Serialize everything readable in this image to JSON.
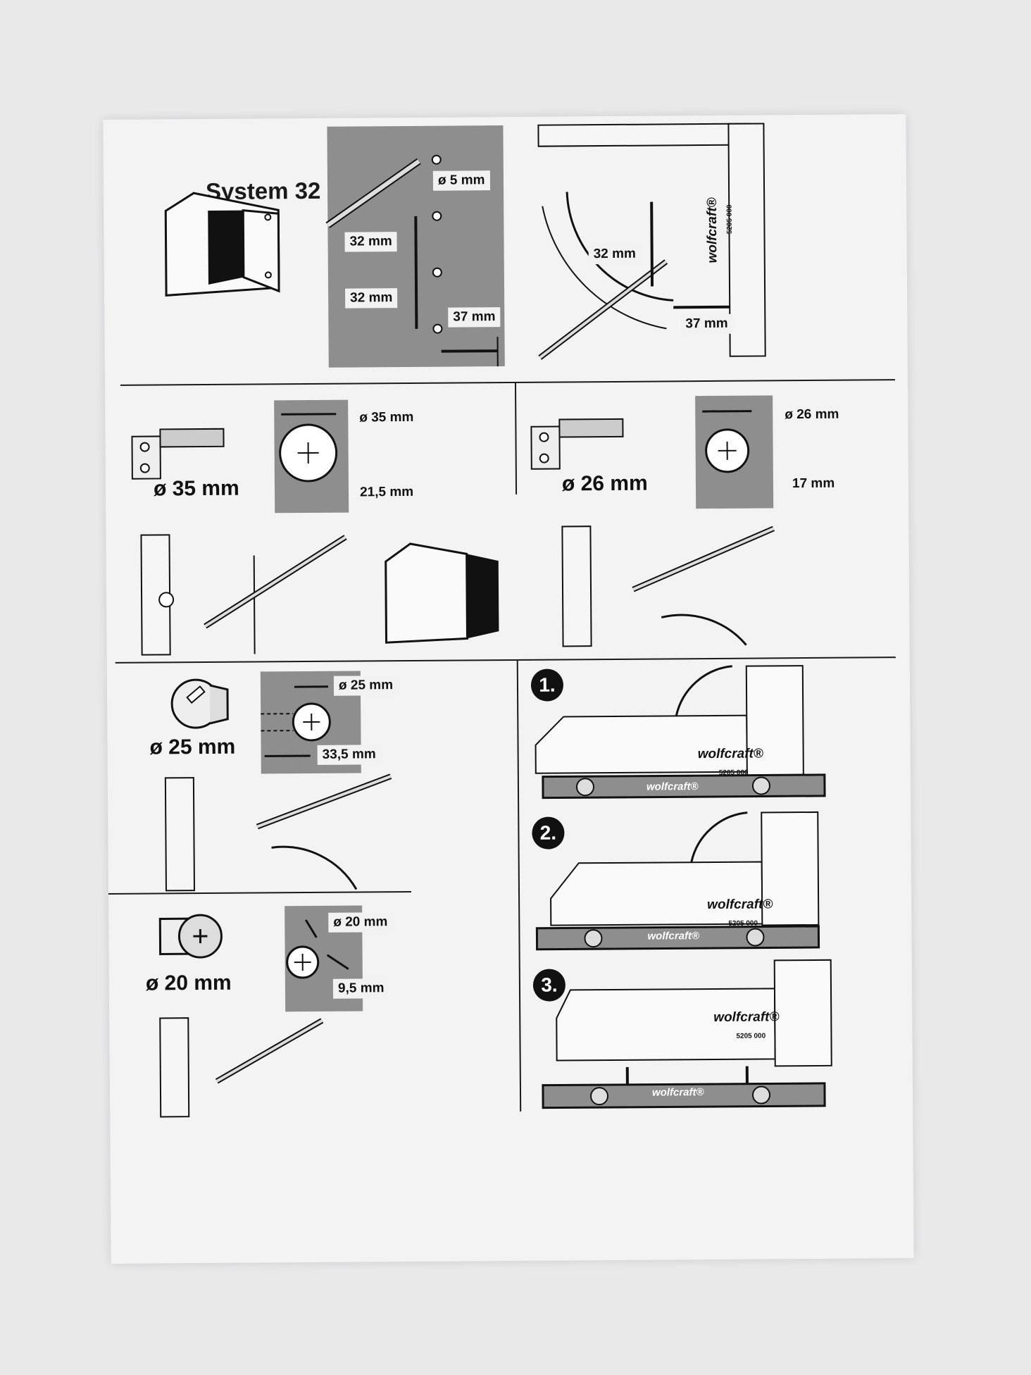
{
  "title": "System 32",
  "system32": {
    "drill_diameter": "ø 5 mm",
    "spacing_1": "32 mm",
    "spacing_2": "32 mm",
    "edge_offset": "37 mm",
    "ruler_spacing": "32 mm",
    "ruler_offset": "37 mm",
    "ruler_model": "5205 000"
  },
  "hinge35": {
    "big_label": "ø 35 mm",
    "diameter": "ø 35 mm",
    "offset": "21,5 mm"
  },
  "hinge26": {
    "big_label": "ø 26 mm",
    "diameter": "ø 26 mm",
    "offset": "17 mm"
  },
  "connector25": {
    "big_label": "ø 25 mm",
    "diameter": "ø 25 mm",
    "offset": "33,5 mm"
  },
  "connector20": {
    "big_label": "ø 20 mm",
    "diameter": "ø 20 mm",
    "offset": "9,5 mm"
  },
  "steps": {
    "step1": "1.",
    "step2": "2.",
    "step3": "3.",
    "brand": "wolfcraft®",
    "model": "5205 000",
    "rail_brand": "wolfcraft®"
  },
  "colors": {
    "panel_gray": "#8e8e8e",
    "ink": "#111111",
    "paper": "#f3f3f3"
  }
}
